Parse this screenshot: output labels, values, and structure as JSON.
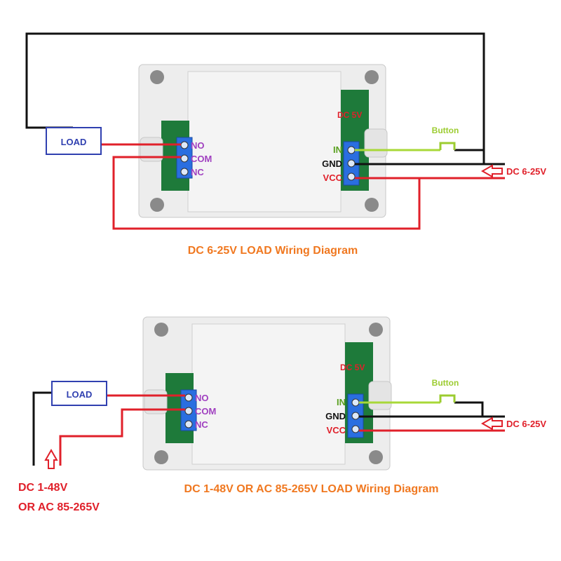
{
  "colors": {
    "wire_black": "#111111",
    "wire_red": "#e0202a",
    "wire_green": "#a8d838",
    "label_red": "#e0202a",
    "label_purple": "#a040c0",
    "label_green": "#5aa020",
    "button_green": "#9ccc30",
    "title_orange": "#f07820",
    "load_blue": "#3040b0",
    "enclosure": "#ececec",
    "pcb_green": "#1e7a3a",
    "terminal_blue": "#2a6ee0"
  },
  "diagram1": {
    "load_label": "LOAD",
    "relay_terminals": [
      "NO",
      "COM",
      "NC"
    ],
    "control_terminals": [
      "IN",
      "GND",
      "VCC"
    ],
    "board_marking": "DC 5V",
    "button_label": "Button",
    "supply_label": "DC 6-25V",
    "title": "DC 6-25V LOAD Wiring Diagram"
  },
  "diagram2": {
    "load_label": "LOAD",
    "relay_terminals": [
      "NO",
      "COM",
      "NC"
    ],
    "control_terminals": [
      "IN",
      "GND",
      "VCC"
    ],
    "board_marking": "DC 5V",
    "button_label": "Button",
    "supply_label": "DC 6-25V",
    "load_supply_line1": "DC 1-48V",
    "load_supply_line2": "OR AC 85-265V",
    "title": "DC 1-48V OR AC 85-265V LOAD Wiring Diagram"
  }
}
